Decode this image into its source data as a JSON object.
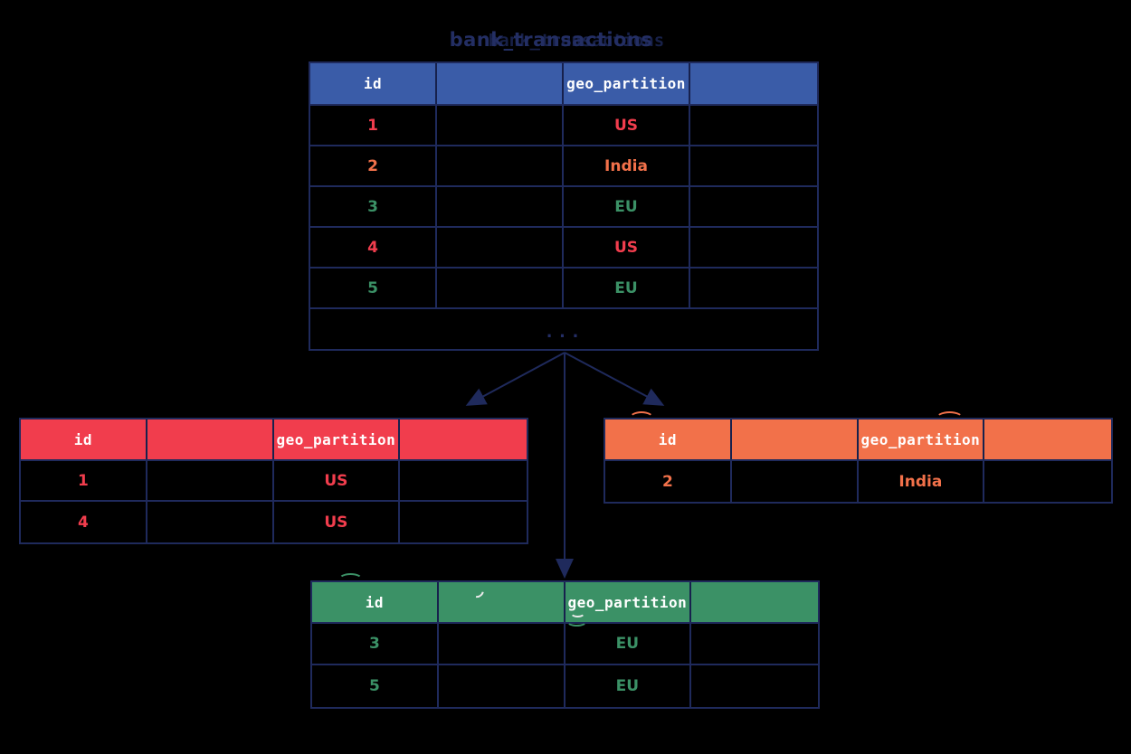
{
  "title": {
    "text": "bank_transactions"
  },
  "palette": {
    "background": "#000000",
    "main_header_blue": "#3a5ca8",
    "us_red": "#f13d4d",
    "india_orange": "#f2714a",
    "eu_green": "#3b9166",
    "border_navy": "#1f2a5c",
    "header_text_white": "#ffffff",
    "title_navy": "#232e63",
    "ellipsis_navy": "#242e66"
  },
  "main_table": {
    "headers": [
      "id",
      "",
      "geo_partition",
      ""
    ],
    "rows": [
      {
        "id": "1",
        "geo_partition": "US"
      },
      {
        "id": "2",
        "geo_partition": "India"
      },
      {
        "id": "3",
        "geo_partition": "EU"
      },
      {
        "id": "4",
        "geo_partition": "US"
      },
      {
        "id": "5",
        "geo_partition": "EU"
      }
    ],
    "ellipsis": "..."
  },
  "partitions": {
    "us": {
      "region": "US",
      "headers": [
        "id",
        "",
        "geo_partition",
        ""
      ],
      "rows": [
        {
          "id": "1",
          "geo_partition": "US"
        },
        {
          "id": "4",
          "geo_partition": "US"
        }
      ]
    },
    "india": {
      "region": "India",
      "headers": [
        "id",
        "",
        "geo_partition",
        ""
      ],
      "rows": [
        {
          "id": "2",
          "geo_partition": "India"
        }
      ]
    },
    "eu": {
      "region": "EU",
      "headers": [
        "id",
        "",
        "geo_partition",
        ""
      ],
      "rows": [
        {
          "id": "3",
          "geo_partition": "EU"
        },
        {
          "id": "5",
          "geo_partition": "EU"
        }
      ]
    }
  }
}
